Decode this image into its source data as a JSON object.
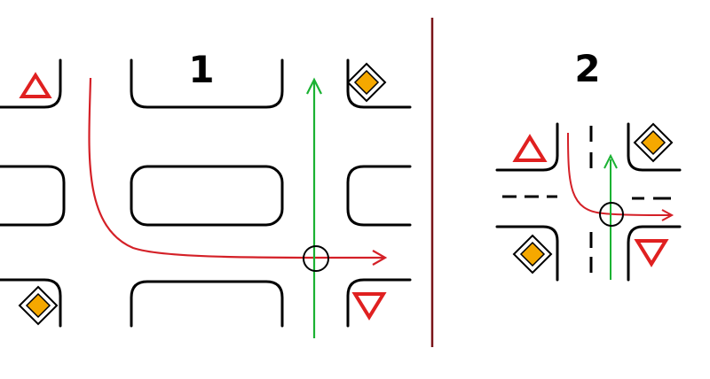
{
  "panels": [
    {
      "id": "1",
      "label": "1"
    },
    {
      "id": "2",
      "label": "2"
    }
  ],
  "colors": {
    "road_outline": "#000000",
    "red_path": "#d42027",
    "green_path": "#1bb233",
    "divider": "#7a1418",
    "sign_red": "#e02020",
    "sign_priority_fill": "#f5a800"
  },
  "signs": {
    "give_way": "give-way-sign",
    "priority_road": "priority-road-sign"
  }
}
